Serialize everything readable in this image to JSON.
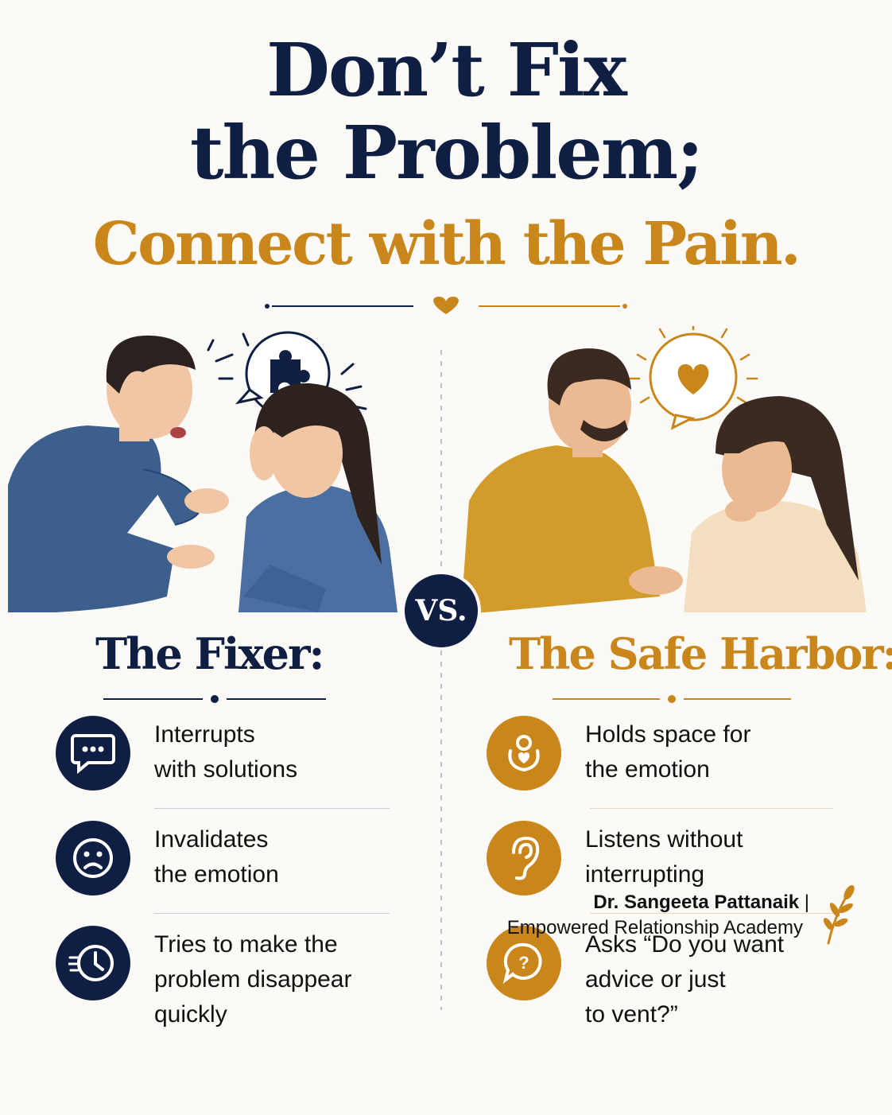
{
  "headline": {
    "line1": "Don’t Fix",
    "line2": "the Problem;",
    "line3": "Connect with the Pain."
  },
  "vs_label": "VS.",
  "left": {
    "title": "The Fixer:",
    "accent_color": "#0f1f44",
    "illustration": "man-lecturing-upset-woman",
    "bubble_icon": "puzzle-piece-icon",
    "items": [
      {
        "icon": "speech-bubble-dots-icon",
        "line1": "Interrupts",
        "line2": "with solutions",
        "line3": ""
      },
      {
        "icon": "sad-face-icon",
        "line1": "Invalidates",
        "line2": "the emotion",
        "line3": ""
      },
      {
        "icon": "fast-clock-icon",
        "line1": "Tries to make the",
        "line2": "problem disappear",
        "line3": "quickly"
      }
    ]
  },
  "right": {
    "title": "The Safe Harbor:",
    "accent_color": "#c9861a",
    "illustration": "man-listening-to-woman",
    "bubble_icon": "heart-icon",
    "items": [
      {
        "icon": "hug-heart-icon",
        "line1": "Holds space for",
        "line2": "the emotion",
        "line3": ""
      },
      {
        "icon": "ear-icon",
        "line1": "Listens without",
        "line2": "interrupting",
        "line3": ""
      },
      {
        "icon": "question-bubble-icon",
        "line1": "Asks “Do you want",
        "line2": "advice or just",
        "line3": "to vent?”"
      }
    ]
  },
  "footer": {
    "name": "Dr. Sangeeta Pattanaik",
    "pipe": "|",
    "org": "Empowered Relationship Academy",
    "logo_icon": "leaf-sprig-icon"
  }
}
